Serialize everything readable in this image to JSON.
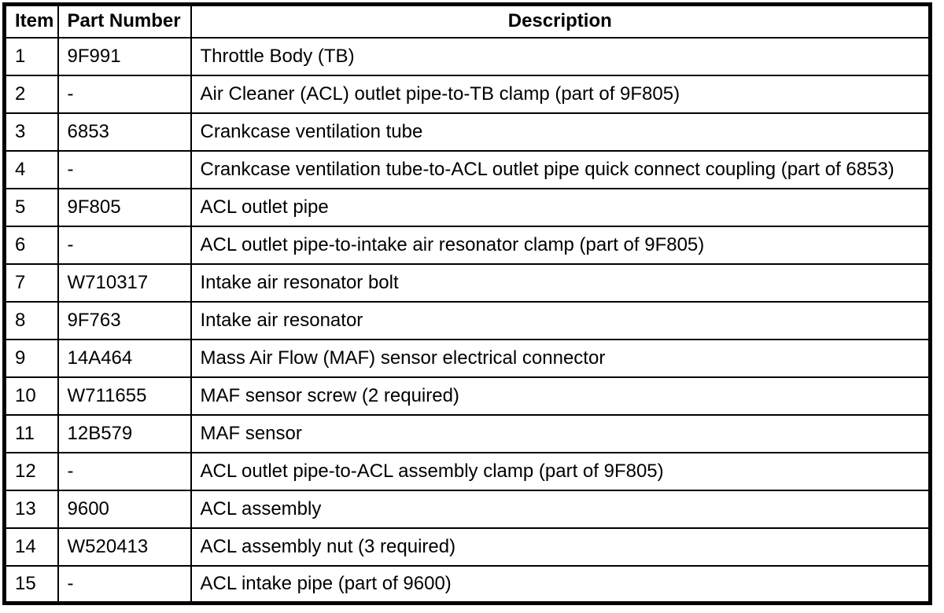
{
  "table": {
    "columns": [
      "Item",
      "Part Number",
      "Description"
    ],
    "rows": [
      {
        "item": "1",
        "part_number": "9F991",
        "description": "Throttle Body (TB)"
      },
      {
        "item": "2",
        "part_number": "-",
        "description": "Air Cleaner (ACL) outlet pipe-to-TB clamp (part of 9F805)"
      },
      {
        "item": "3",
        "part_number": "6853",
        "description": "Crankcase ventilation tube"
      },
      {
        "item": "4",
        "part_number": "-",
        "description": "Crankcase ventilation tube-to-ACL outlet pipe quick connect coupling (part of 6853)"
      },
      {
        "item": "5",
        "part_number": "9F805",
        "description": "ACL outlet pipe"
      },
      {
        "item": "6",
        "part_number": "-",
        "description": "ACL outlet pipe-to-intake air resonator clamp (part of 9F805)"
      },
      {
        "item": "7",
        "part_number": "W710317",
        "description": "Intake air resonator bolt"
      },
      {
        "item": "8",
        "part_number": "9F763",
        "description": "Intake air resonator"
      },
      {
        "item": "9",
        "part_number": "14A464",
        "description": "Mass Air Flow (MAF) sensor electrical connector"
      },
      {
        "item": "10",
        "part_number": "W711655",
        "description": "MAF sensor screw (2 required)"
      },
      {
        "item": "11",
        "part_number": "12B579",
        "description": "MAF sensor"
      },
      {
        "item": "12",
        "part_number": "-",
        "description": "ACL outlet pipe-to-ACL assembly clamp (part of 9F805)"
      },
      {
        "item": "13",
        "part_number": "9600",
        "description": "ACL assembly"
      },
      {
        "item": "14",
        "part_number": "W520413",
        "description": "ACL assembly nut (3 required)"
      },
      {
        "item": "15",
        "part_number": "-",
        "description": "ACL intake pipe (part of 9600)"
      }
    ],
    "colors": {
      "border": "#000000",
      "text": "#000000",
      "background": "#ffffff"
    }
  }
}
